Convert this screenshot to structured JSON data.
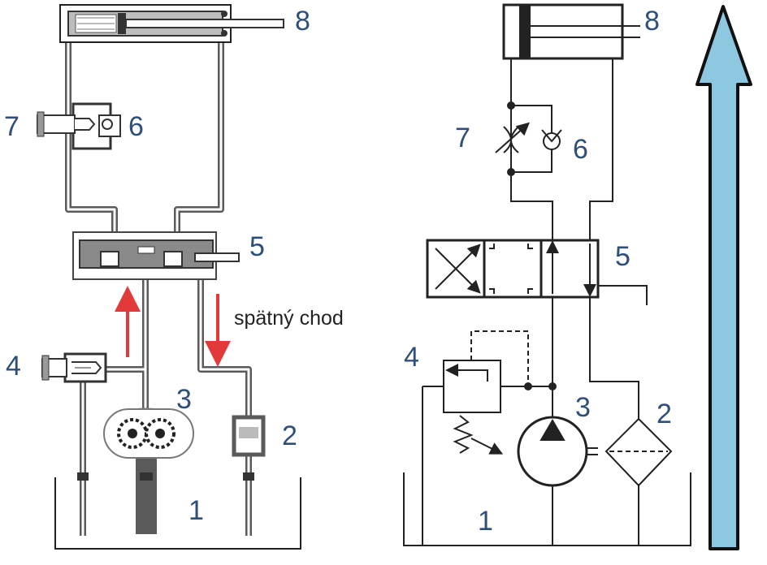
{
  "left_diagram": {
    "labels": {
      "n1": "1",
      "n2": "2",
      "n3": "3",
      "n4": "4",
      "n5": "5",
      "n6": "6",
      "n7": "7",
      "n8": "8"
    },
    "return_caption": "spätný chod"
  },
  "right_diagram": {
    "labels": {
      "n1": "1",
      "n2": "2",
      "n3": "3",
      "n4": "4",
      "n5": "5",
      "n6": "6",
      "n7": "7",
      "n8": "8"
    }
  },
  "colors": {
    "pipe": "#5a5a5a",
    "label": "#2f4f7a",
    "flow_arrow": "#e23a3a",
    "big_arrow": "#8ec8e0",
    "line": "#222222"
  }
}
